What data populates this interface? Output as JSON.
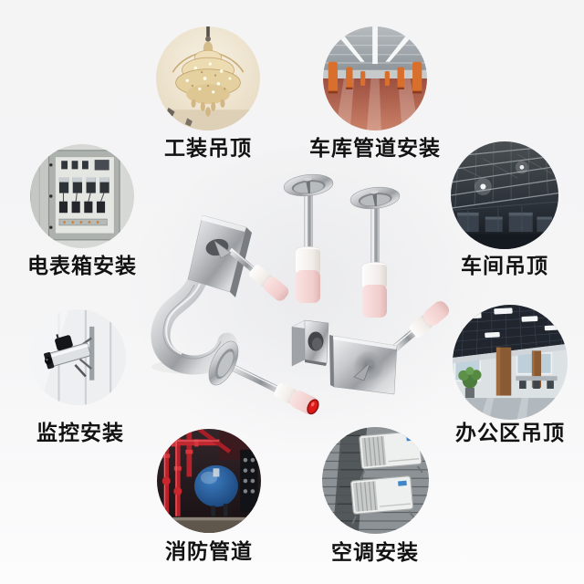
{
  "scenes": [
    {
      "key": "tooling-ceiling",
      "label": "工装吊顶"
    },
    {
      "key": "garage-pipe",
      "label": "车库管道安装"
    },
    {
      "key": "meter-box",
      "label": "电表箱安装"
    },
    {
      "key": "workshop-ceiling",
      "label": "车间吊顶"
    },
    {
      "key": "cctv-install",
      "label": "监控安装"
    },
    {
      "key": "office-ceiling",
      "label": "办公区吊顶"
    },
    {
      "key": "fire-pipe",
      "label": "消防管道"
    },
    {
      "key": "ac-install",
      "label": "空调安装"
    }
  ],
  "colors": {
    "page_background": "#f5f5f6",
    "label_text": "#121212",
    "metal_silver": "#c7c9cc",
    "sleeve_white": "#f7f4f2",
    "sleeve_pink": "#f4d6d5",
    "tip_red": "#dd1a1a"
  }
}
